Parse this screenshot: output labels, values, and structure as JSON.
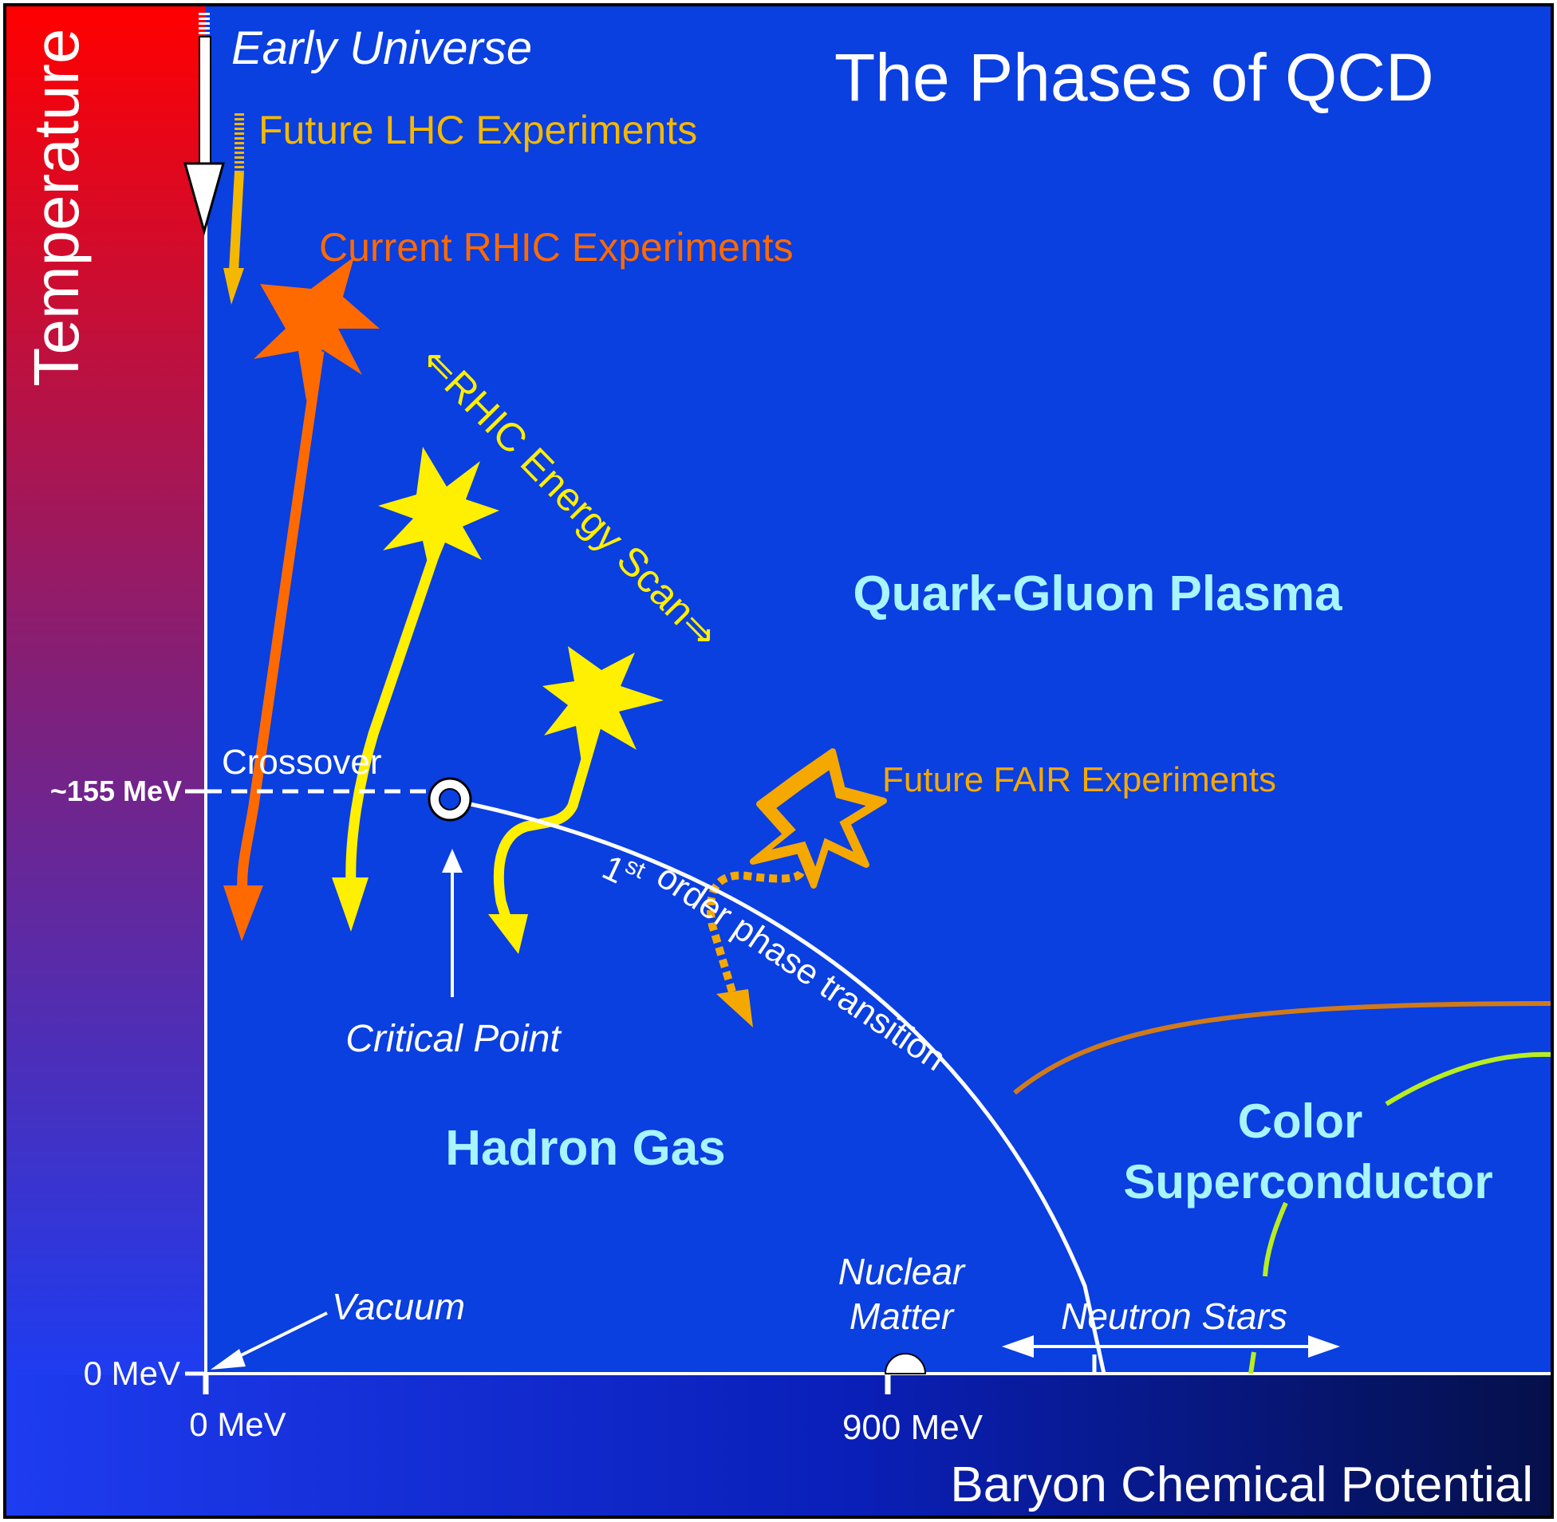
{
  "title": "The Phases of QCD",
  "axes": {
    "y_label": "Temperature",
    "x_label": "Baryon Chemical Potential",
    "y_tick_155": "~155 MeV",
    "y_tick_0": "0 MeV",
    "x_tick_0": "0 MeV",
    "x_tick_900": "900 MeV"
  },
  "labels": {
    "early_universe": "Early Universe",
    "future_lhc": "Future LHC Experiments",
    "current_rhic": "Current RHIC Experiments",
    "rhic_scan": "⇐RHIC Energy Scan⇒",
    "qgp": "Quark-Gluon Plasma",
    "crossover": "Crossover",
    "future_fair": "Future FAIR Experiments",
    "first_order_num": "1",
    "first_order_sup": "st",
    "first_order_rest": " order phase transition",
    "critical_point": "Critical Point",
    "hadron_gas": "Hadron Gas",
    "color_line1": "Color",
    "color_line2": "Superconductor",
    "nuclear_line1": "Nuclear",
    "nuclear_line2": "Matter",
    "neutron_stars": "Neutron Stars",
    "vacuum": "Vacuum"
  },
  "colors": {
    "background_top": "#0a3fe0",
    "panel_bottom": "#0a1a8a",
    "temp_gradient_top": "#ff0000",
    "temp_gradient_bottom": "#1e3cf0",
    "white": "#ffffff",
    "lhc": "#f5b800",
    "rhic": "#ff6a00",
    "scan_yellow": "#ffef00",
    "fair": "#f5a800",
    "phase_cyan": "#a8f4ff",
    "superconductor_orange": "#d07a1a",
    "superconductor_green": "#b8ee20"
  }
}
